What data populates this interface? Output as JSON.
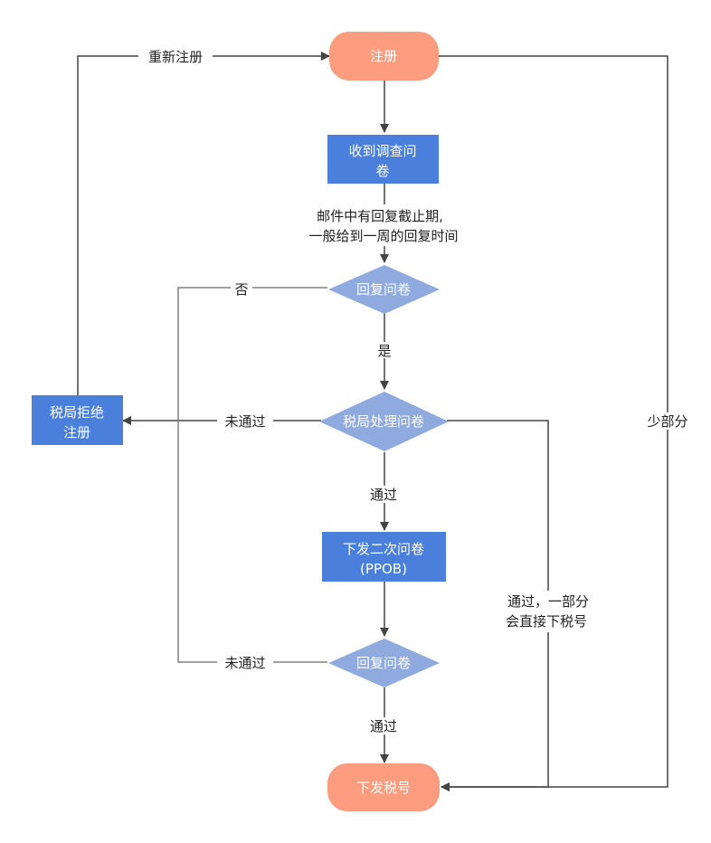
{
  "colors": {
    "terminal": "#FC9C7E",
    "process": "#4A7FDC",
    "decision": "#8EAADF",
    "line": "#808080",
    "arrow": "#444444",
    "text_dark": "#222222"
  },
  "nodes": {
    "register": "注册",
    "receive_survey_l1": "收到调查问",
    "receive_survey_l2": "卷",
    "reply_survey_1": "回复问卷",
    "tax_process": "税局处理问卷",
    "tax_reject_l1": "税局拒绝",
    "tax_reject_l2": "注册",
    "second_survey_l1": "下发二次问卷",
    "second_survey_l2": "(PPOB)",
    "reply_survey_2": "回复问卷",
    "issue_tax_number": "下发税号"
  },
  "edge_labels": {
    "re_register": "重新注册",
    "deadline_l1": "邮件中有回复截止期,",
    "deadline_l2": "一般给到一周的回复时间",
    "no": "否",
    "yes": "是",
    "not_passed_1": "未通过",
    "passed_1": "通过",
    "not_passed_2": "未通过",
    "passed_2": "通过",
    "partial_pass_l1": "通过，一部分",
    "partial_pass_l2": "会直接下税号",
    "minority": "少部分"
  }
}
